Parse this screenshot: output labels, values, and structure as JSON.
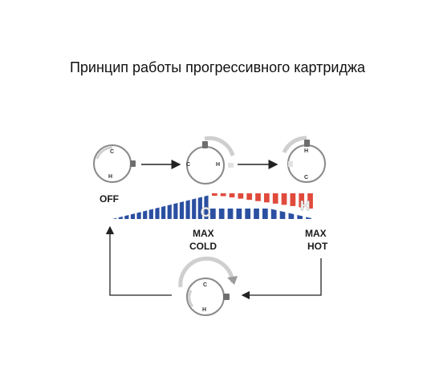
{
  "title": "Принцип работы прогрессивного картриджа",
  "labels": {
    "off": "OFF",
    "max_cold_1": "MAX",
    "max_cold_2": "COLD",
    "max_hot_1": "MAX",
    "max_hot_2": "HOT",
    "ramp_cold_letter": "C",
    "ramp_hot_letter": "H",
    "knob_c": "C",
    "knob_h": "H"
  },
  "colors": {
    "cold": "#2b4fa1",
    "hot": "#e04a3c",
    "arrow": "#222222",
    "knob_ring": "#8a8a8a",
    "handle": "#6e6e6e",
    "arc": "#cfcfcf"
  },
  "ramp": {
    "cold_bars": 16,
    "hot_bars": 12
  }
}
